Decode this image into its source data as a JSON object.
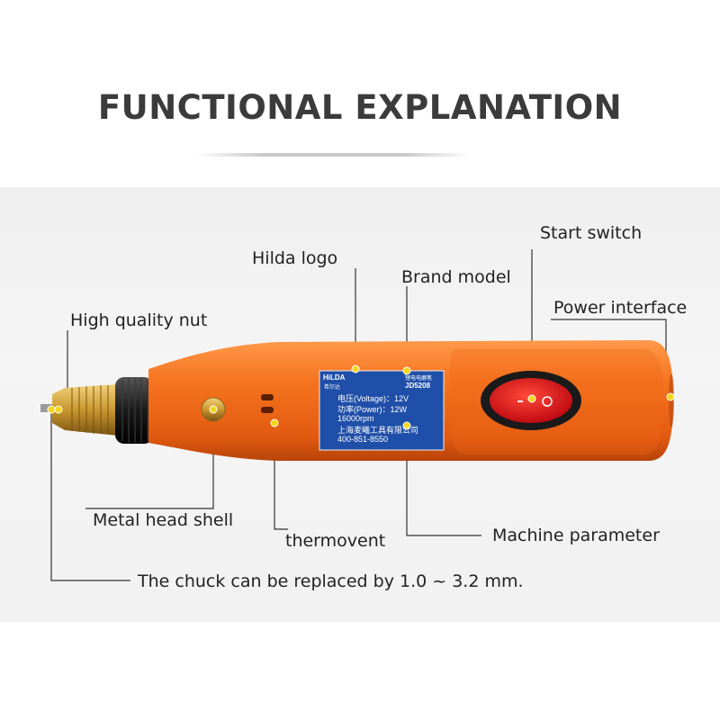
{
  "header": {
    "title": "FUNCTIONAL EXPLANATION"
  },
  "callouts": {
    "start_switch": "Start switch",
    "hilda_logo": "Hilda logo",
    "brand_model": "Brand model",
    "power_interface": "Power interface",
    "high_quality_nut": "High quality nut",
    "metal_head_shell": "Metal head shell",
    "thermovent": "thermovent",
    "machine_parameter": "Machine parameter",
    "chuck_note": "The chuck can be replaced by 1.0 ~ 3.2 mm."
  },
  "product_label": {
    "brand": "HiLDA",
    "brand_cn": "希尔达",
    "product_cn": "锂电电磨笔",
    "model": "JD5208",
    "voltage": "电压(Voltage)：12V",
    "power": "功率(Power)：12W",
    "speed": "16000rpm",
    "company": "上海麦曦工具有限公司",
    "phone": "400-851-8550"
  },
  "colors": {
    "body_orange": "#f26a1e",
    "label_blue": "#1f4fa8",
    "switch_red": "#e0101b",
    "marker_yellow": "#f5d61a",
    "brass": "#c9972f"
  }
}
